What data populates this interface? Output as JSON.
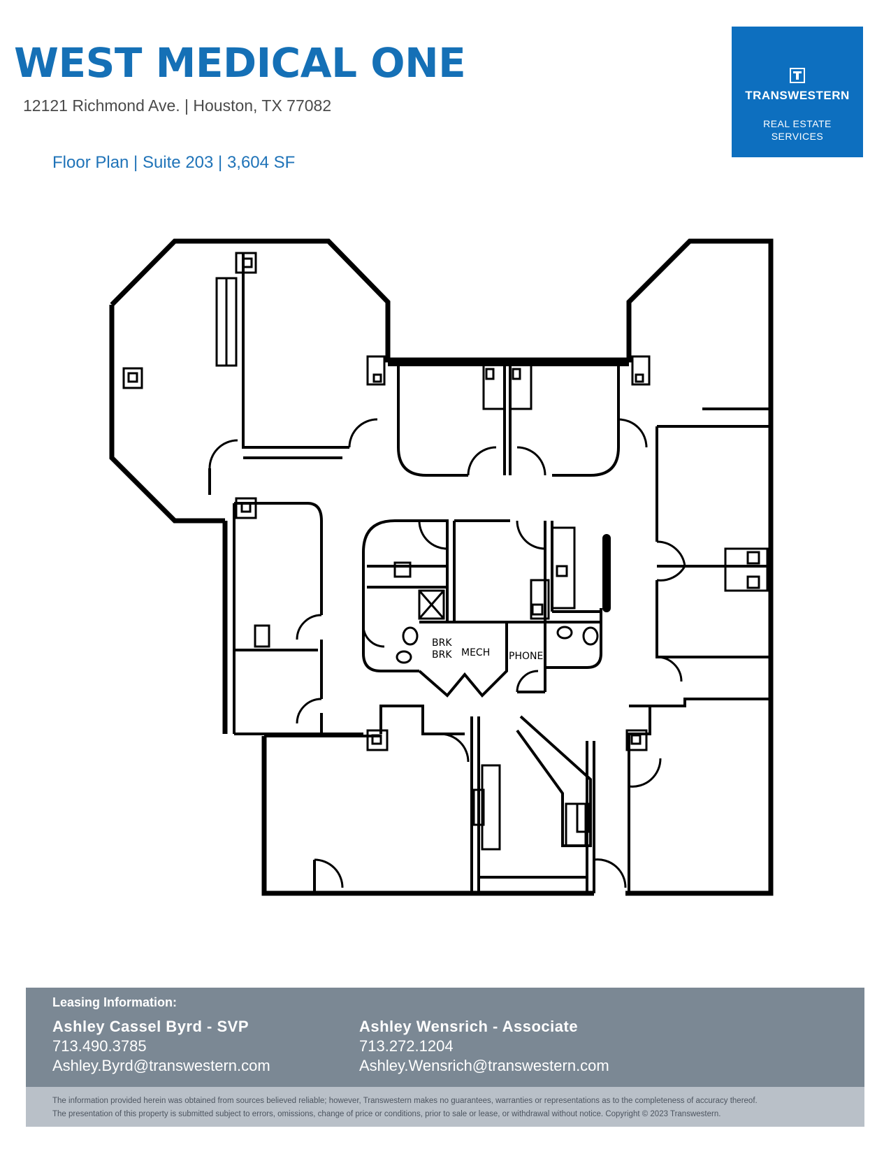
{
  "header": {
    "title": "WEST MEDICAL ONE",
    "address": "12121 Richmond Ave. | Houston, TX 77082",
    "subtitle": "Floor Plan | Suite 203 | 3,604 SF"
  },
  "logo": {
    "name": "TRANSWESTERN",
    "tagline_1": "REAL ESTATE",
    "tagline_2": "SERVICES",
    "icon": "transwestern-t-icon",
    "color": "#0d6fbf"
  },
  "floorplan": {
    "room_labels": {
      "brk_1": "BRK",
      "brk_2": "BRK",
      "mech": "MECH",
      "phone": "PHONE"
    }
  },
  "leasing": {
    "label": "Leasing Information:",
    "agents": [
      {
        "name": "Ashley Cassel Byrd - SVP",
        "phone": "713.490.3785",
        "email": "Ashley.Byrd@transwestern.com"
      },
      {
        "name": "Ashley  Wensrich - Associate",
        "phone": "713.272.1204",
        "email": "Ashley.Wensrich@transwestern.com"
      }
    ]
  },
  "disclaimer": {
    "line_1": "The information provided herein was obtained from sources believed reliable; however, Transwestern makes no guarantees, warranties or representations as to the completeness of accuracy thereof.",
    "line_2": "The presentation of this property is submitted subject to errors, omissions, change of price or conditions, prior to sale or lease, or withdrawal without notice. Copyright © 2023 Transwestern."
  },
  "colors": {
    "title_blue": "#1570b6",
    "leasing_bg": "#7b8894",
    "disclaimer_bg": "#b9c0c8"
  }
}
